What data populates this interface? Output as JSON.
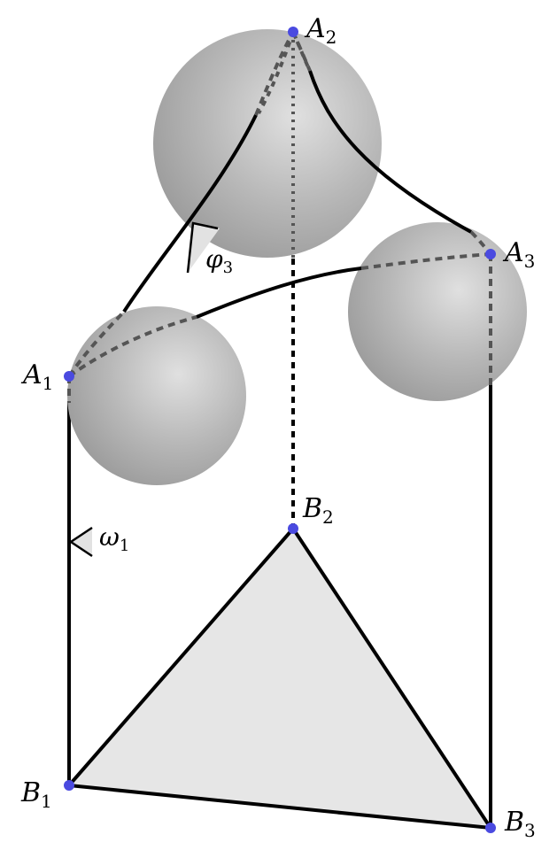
{
  "points": {
    "A1": {
      "base": "A",
      "sub": "1"
    },
    "A2": {
      "base": "A",
      "sub": "2"
    },
    "A3": {
      "base": "A",
      "sub": "3"
    },
    "B1": {
      "base": "B",
      "sub": "1"
    },
    "B2": {
      "base": "B",
      "sub": "2"
    },
    "B3": {
      "base": "B",
      "sub": "3"
    }
  },
  "angles": {
    "phi3": {
      "base": "φ",
      "sub": "3"
    },
    "omega1": {
      "base": "ω",
      "sub": "1"
    }
  },
  "colors": {
    "point": "#4a4ae0",
    "sphere_light": "#d6d6d6",
    "sphere_dark": "#9a9a9a",
    "triangle_fill": "#e6e6e6",
    "line": "#000000",
    "hidden_line": "#555555"
  }
}
